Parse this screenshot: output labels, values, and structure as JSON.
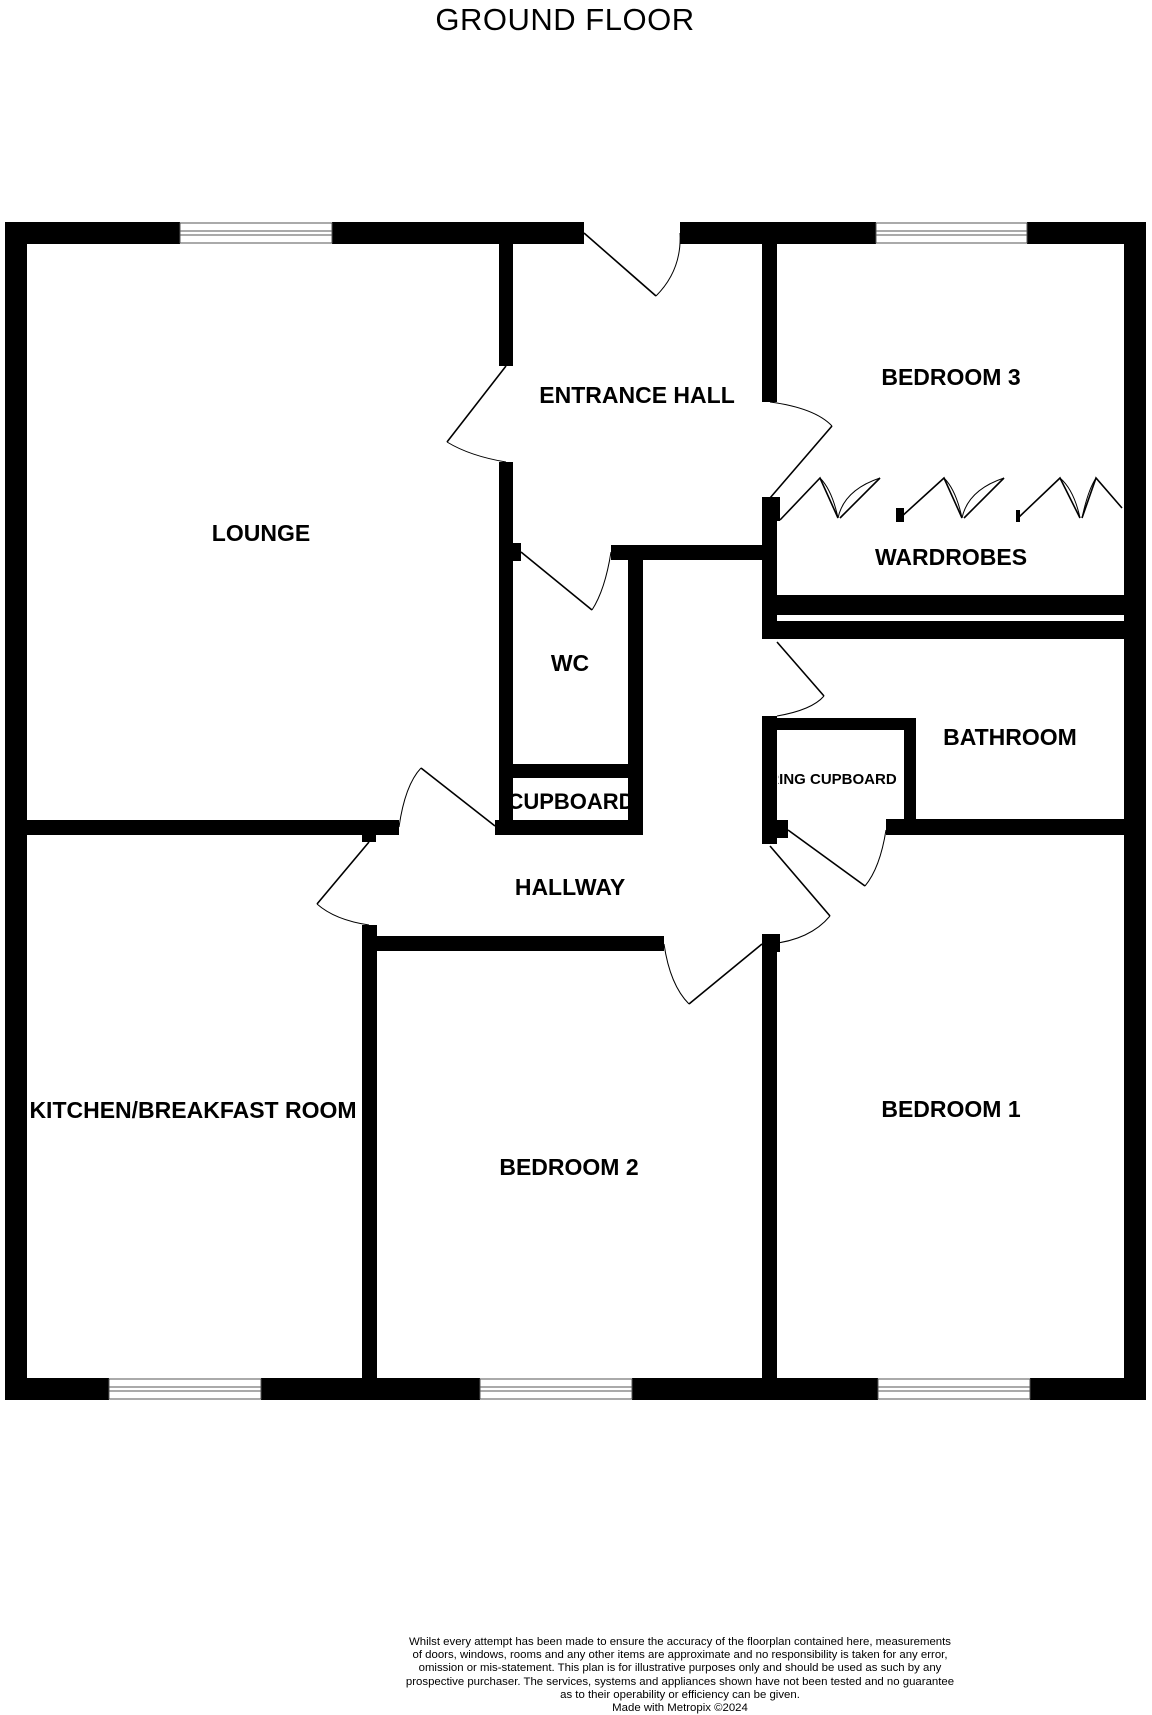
{
  "title": "GROUND FLOOR",
  "rooms": {
    "lounge": "LOUNGE",
    "entrance_hall": "ENTRANCE HALL",
    "bedroom3": "BEDROOM 3",
    "wardrobes": "WARDROBES",
    "wc": "WC",
    "bathroom": "BATHROOM",
    "cupboard": "CUPBOARD",
    "airing_cupboard": "AIRING CUPBOARD",
    "hallway": "HALLWAY",
    "kitchen": "KITCHEN/BREAKFAST ROOM",
    "bedroom2": "BEDROOM 2",
    "bedroom1": "BEDROOM 1"
  },
  "disclaimer": {
    "lines": [
      "Whilst every attempt has been made to ensure the accuracy of the floorplan contained here, measurements",
      "of doors, windows, rooms and any other items are approximate and no responsibility is taken for any error,",
      "omission or mis-statement. This plan is for illustrative purposes only and should be used as such by any",
      "prospective purchaser. The services, systems and appliances shown have not been tested and no guarantee",
      "as to their operability or efficiency can be given."
    ],
    "credit": "Made with Metropix ©2024"
  }
}
